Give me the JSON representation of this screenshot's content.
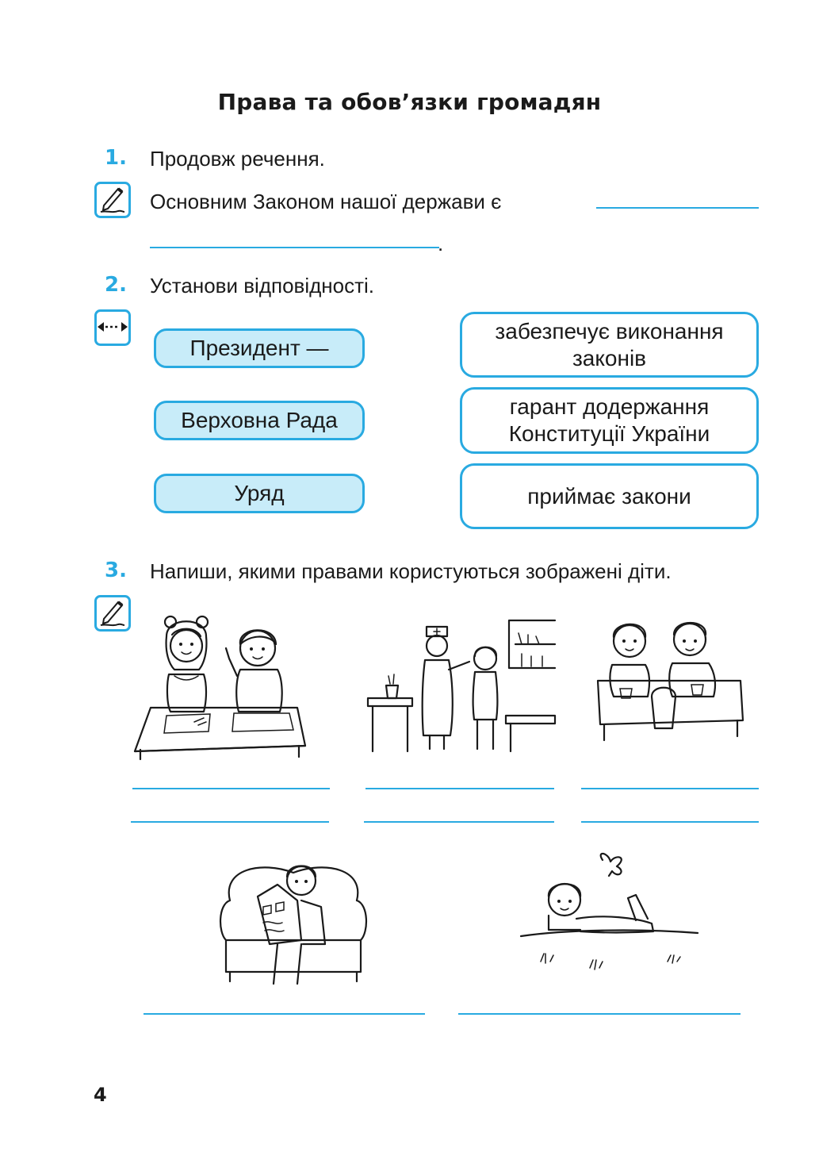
{
  "title": "Права та обов’язки громадян",
  "page_number": "4",
  "tasks": [
    {
      "number": "1.",
      "instruction": "Продовж речення.",
      "sentence": "Основним Законом нашої держави є",
      "end_mark": "."
    },
    {
      "number": "2.",
      "instruction": "Установи відповідності.",
      "left_items": [
        "Президент —",
        "Верховна Рада",
        "Уряд"
      ],
      "right_items": [
        [
          "забезпечує виконання",
          "законів"
        ],
        [
          "гарант додержання",
          "Конституції України"
        ],
        [
          "приймає закони"
        ]
      ]
    },
    {
      "number": "3.",
      "instruction": "Напиши, якими правами користуються зображені діти."
    }
  ],
  "icons": {
    "write": "pencil-write-icon",
    "match": "double-arrow-icon"
  },
  "colors": {
    "accent": "#29aae1",
    "pill_fill": "#c8ecf9",
    "text": "#1a1a1a"
  }
}
